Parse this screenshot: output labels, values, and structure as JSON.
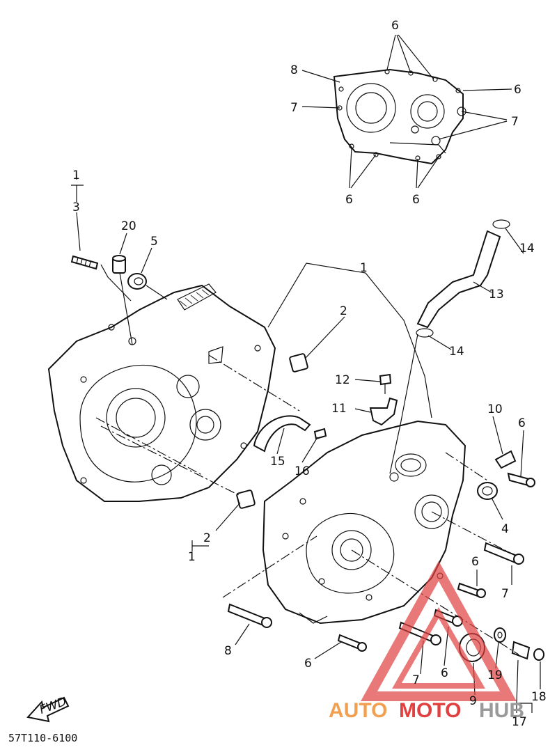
{
  "labels": {
    "l1_top": "1",
    "l3": "3",
    "l20": "20",
    "l5": "5",
    "l1_center": "1",
    "l2_center": "2",
    "l12": "12",
    "l11": "11",
    "l15": "15",
    "l16": "16",
    "l10": "10",
    "l6_right_a": "6",
    "l4": "4",
    "l14_top": "14",
    "l13": "13",
    "l14_mid": "14",
    "l2_lower": "2",
    "l1_lower": "1",
    "l7_right": "7",
    "l6_bolt": "6",
    "l8_lower": "8",
    "l6_lower": "6",
    "l7_lower": "7",
    "l6_lower2": "6",
    "l19": "19",
    "l9": "9",
    "l17": "17",
    "l18": "18",
    "g_6_top": "6",
    "g_8": "8",
    "g_6_right": "6",
    "g_7_left": "7",
    "g_7_right": "7",
    "g_6_bl": "6",
    "g_6_br": "6"
  },
  "fwd_label": "FWD",
  "part_code": "57T110-6100",
  "watermark": {
    "part1": "AUTO",
    "part2": "MOTO",
    "part3": "HUB",
    "color_orange": "#f0a050",
    "color_red": "#e04040",
    "color_gray": "#9a9a9a"
  }
}
